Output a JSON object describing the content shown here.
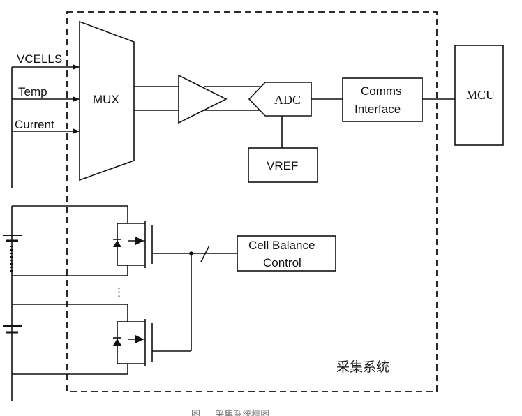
{
  "inputs": {
    "vcells": "VCELLS",
    "temp": "Temp",
    "current": "Current"
  },
  "blocks": {
    "mux": "MUX",
    "adc": "ADC",
    "vref": "VREF",
    "comms_line1": "Comms",
    "comms_line2": "Interface",
    "mcu": "MCU",
    "balance_line1": "Cell Balance",
    "balance_line2": "Control"
  },
  "region_label": "采集系统",
  "ellipsis": "⋮",
  "caption": "图 — 采集系统框图"
}
